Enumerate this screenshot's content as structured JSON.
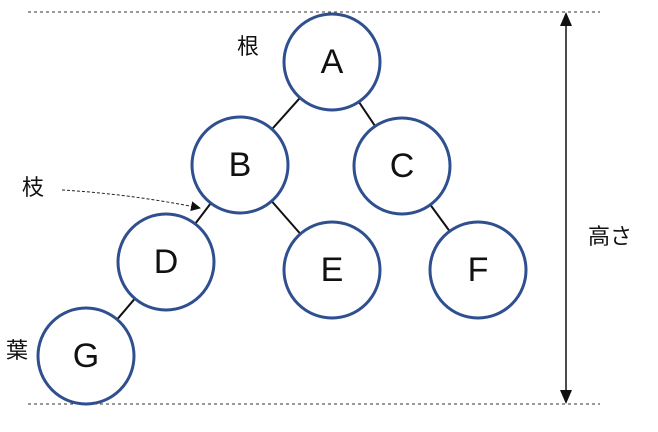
{
  "annotations": {
    "root": "根",
    "branch": "枝",
    "leaf": "葉",
    "height": "高さ"
  },
  "nodes": [
    {
      "id": "A",
      "label": "A"
    },
    {
      "id": "B",
      "label": "B"
    },
    {
      "id": "C",
      "label": "C"
    },
    {
      "id": "D",
      "label": "D"
    },
    {
      "id": "E",
      "label": "E"
    },
    {
      "id": "F",
      "label": "F"
    },
    {
      "id": "G",
      "label": "G"
    }
  ],
  "edges": [
    {
      "from": "A",
      "to": "B"
    },
    {
      "from": "A",
      "to": "C"
    },
    {
      "from": "B",
      "to": "D"
    },
    {
      "from": "B",
      "to": "E"
    },
    {
      "from": "C",
      "to": "F"
    },
    {
      "from": "D",
      "to": "G"
    }
  ],
  "colors": {
    "node_border": "#2f4f8f",
    "node_fill": "#ffffff",
    "edge": "#111111"
  }
}
